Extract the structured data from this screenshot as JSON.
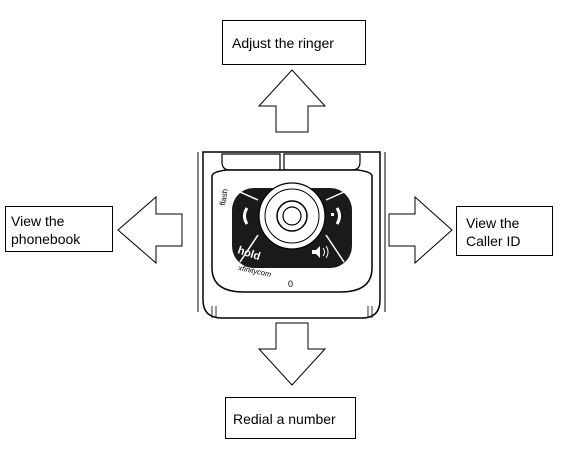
{
  "labels": {
    "up": "Adjust the ringer",
    "left_line1": "View the",
    "left_line2": "phonebook",
    "right_line1": "View the",
    "right_line2": "Caller ID",
    "down": "Redial a number"
  },
  "phone": {
    "flash_label": "flash",
    "hold_label": "hold",
    "brand_label": "xfinitycom",
    "zero_key": "0"
  }
}
